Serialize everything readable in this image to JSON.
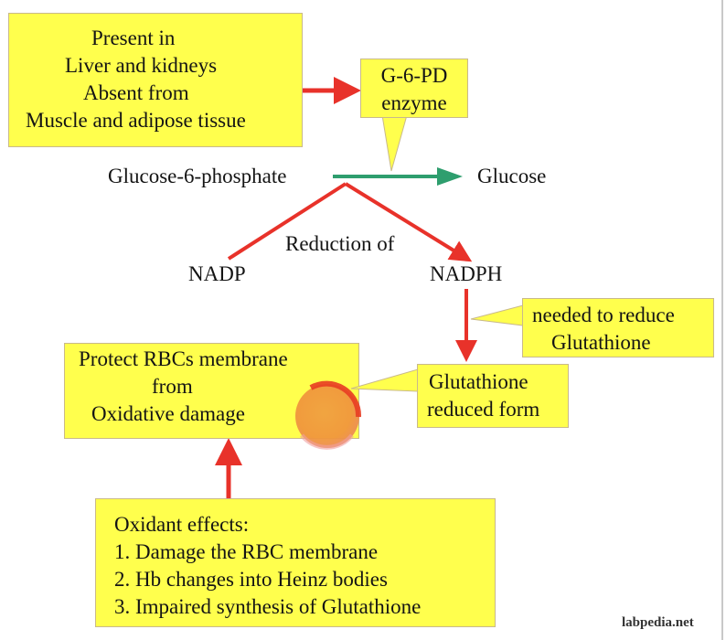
{
  "boxes": {
    "location": {
      "lines": [
        "Present in",
        "Liver and kidneys",
        "Absent from",
        "Muscle and adipose tissue"
      ]
    },
    "enzyme": {
      "lines": [
        "G-6-PD",
        "enzyme"
      ]
    },
    "needed": {
      "lines": [
        "needed to reduce",
        "Glutathione"
      ]
    },
    "glutathione": {
      "lines": [
        "Glutathione",
        "reduced form"
      ]
    },
    "protect": {
      "lines": [
        "Protect RBCs membrane",
        "from",
        "Oxidative damage"
      ]
    },
    "oxidant": {
      "lines": [
        "Oxidant effects:",
        "1. Damage the RBC membrane",
        "2. Hb changes into Heinz bodies",
        "3. Impaired synthesis of Glutathione"
      ]
    }
  },
  "labels": {
    "substrate": "Glucose-6-phosphate",
    "product": "Glucose",
    "reduction": "Reduction of",
    "nadp": "NADP",
    "nadph": "NADPH"
  },
  "watermark": "labpedia.net",
  "colors": {
    "box_fill": "#ffff4d",
    "red_arrow": "#e8322a",
    "green_arrow": "#2e9e6e",
    "highlight_circle": "#f0963c"
  }
}
